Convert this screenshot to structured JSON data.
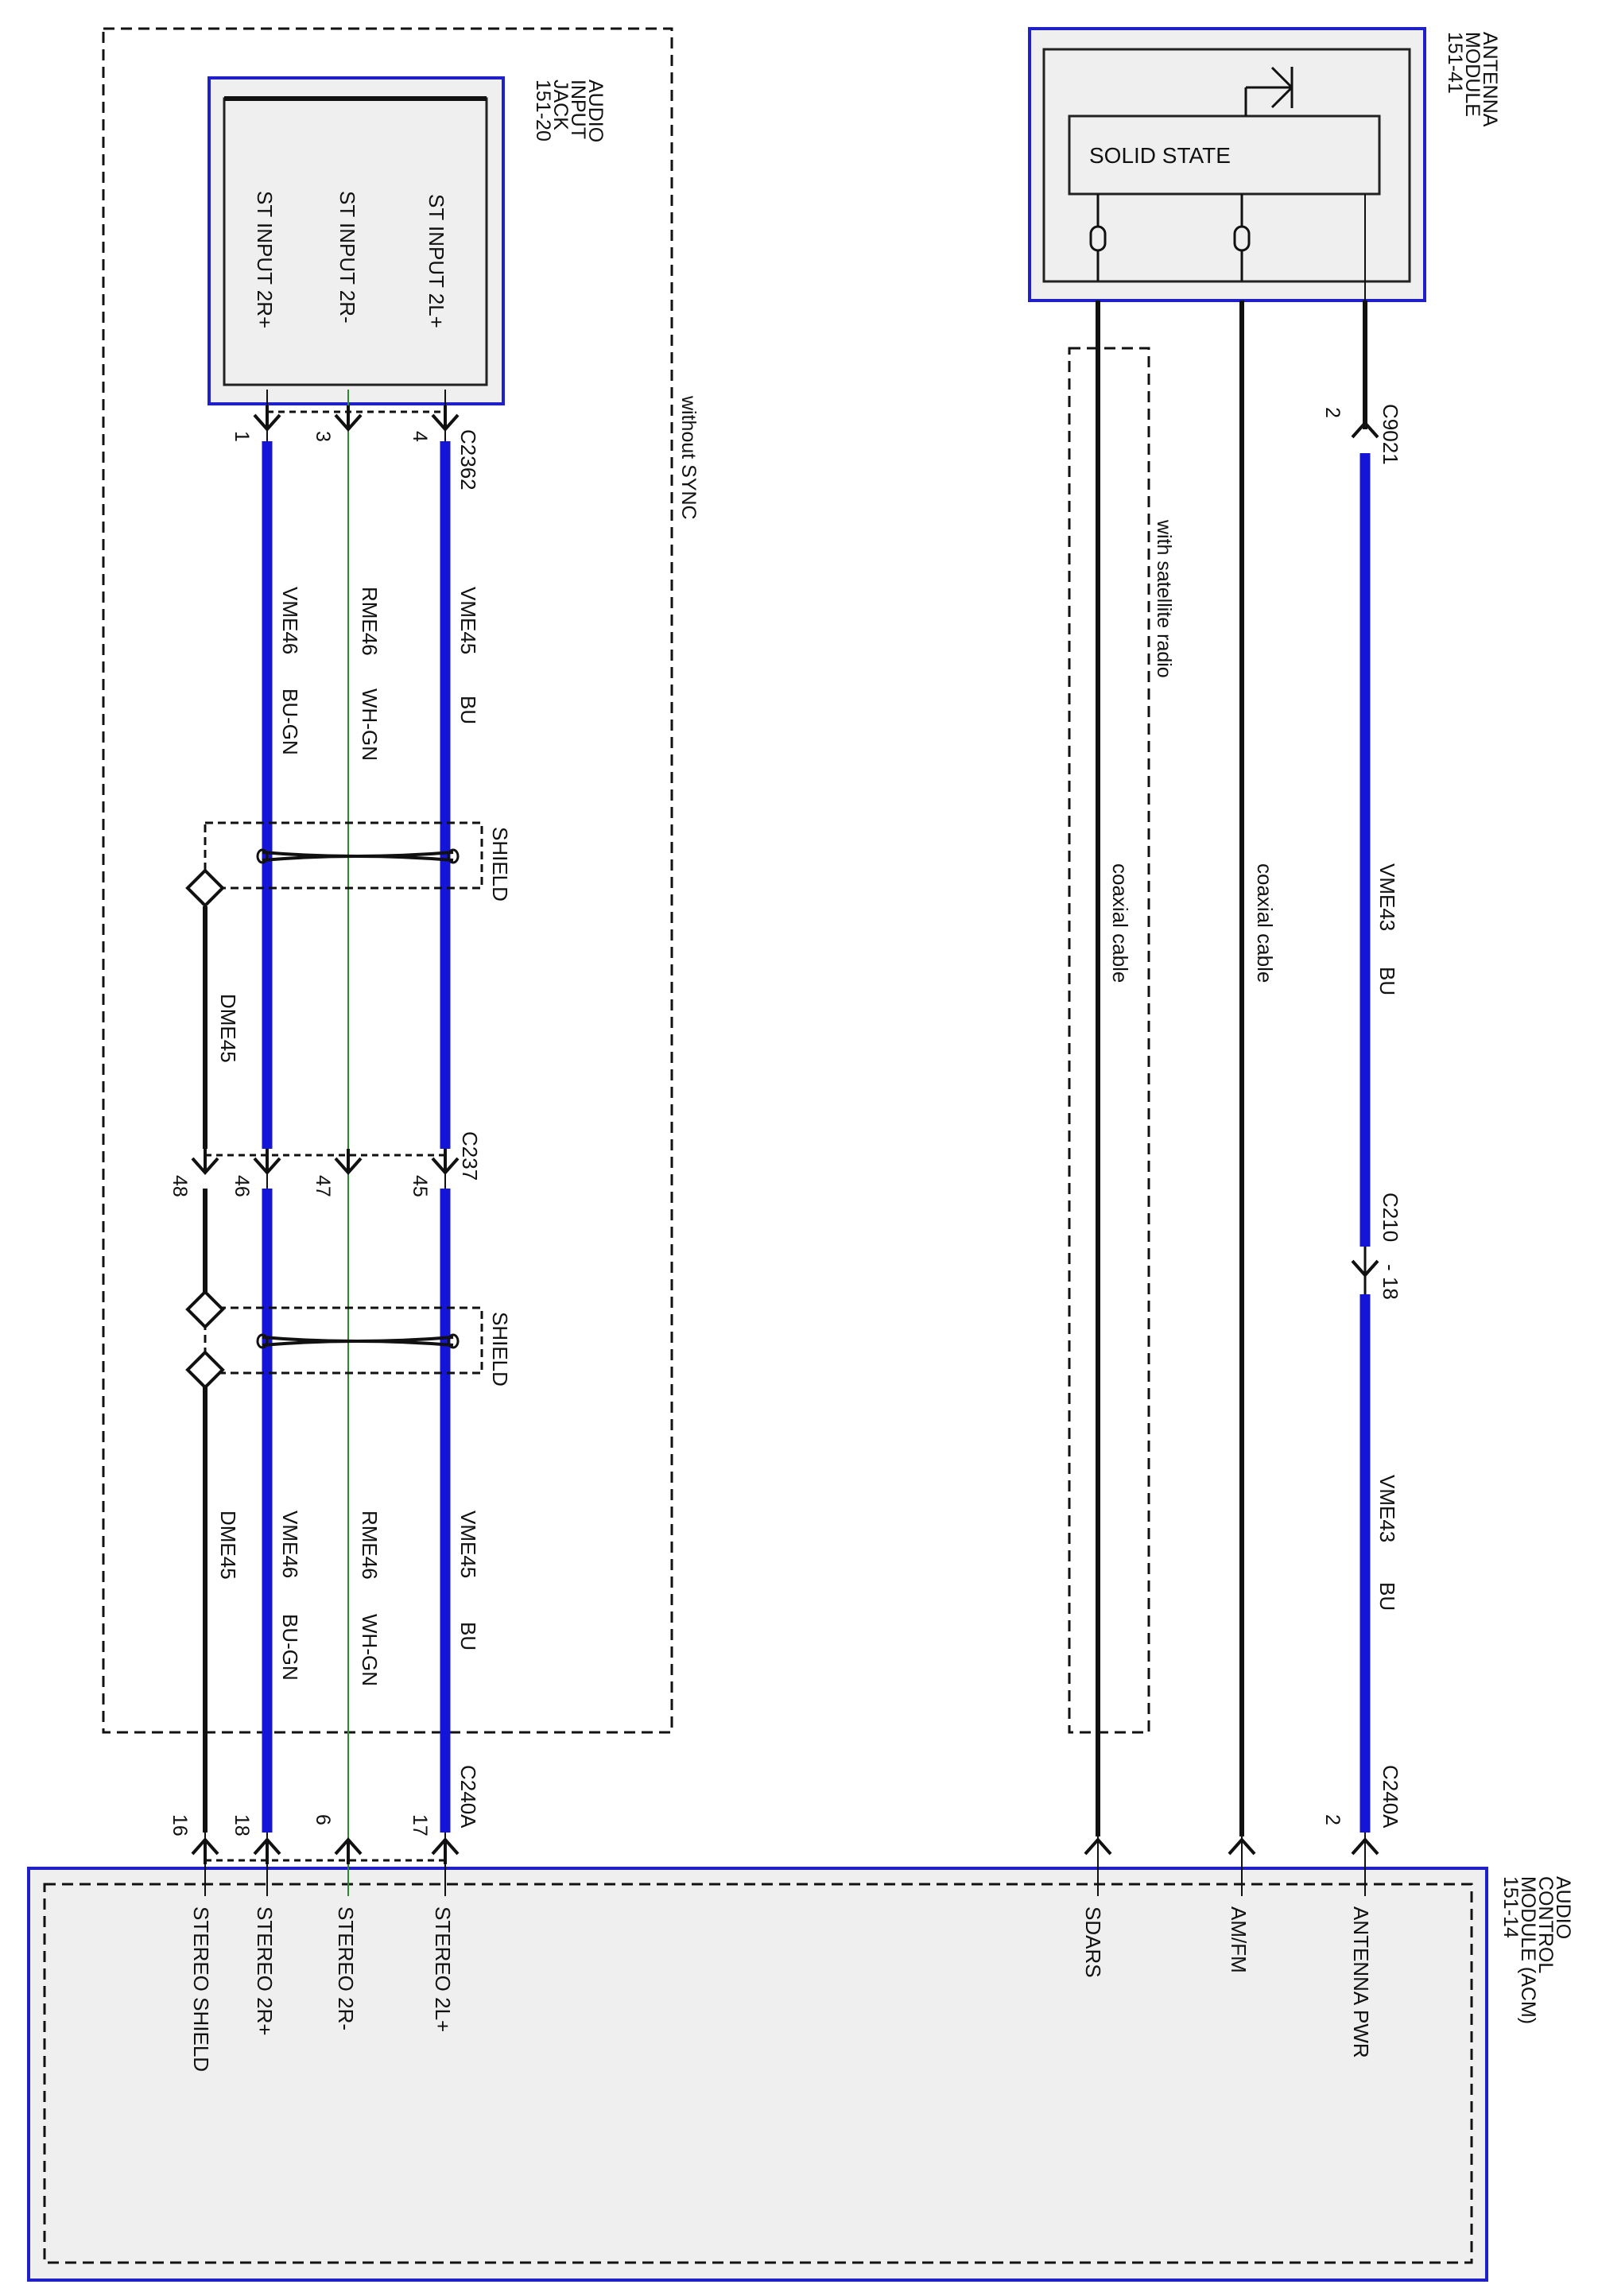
{
  "colors": {
    "blue_wire": "#1515d8",
    "green_wire": "#2a8a2a",
    "black_wire": "#111111",
    "module_border": "#2020c8",
    "module_fill": "#efefef"
  },
  "regions": {
    "without_sync": "without SYNC",
    "with_satellite_radio": "with satellite radio"
  },
  "audio_input_jack": {
    "name_lines": [
      "AUDIO",
      "INPUT",
      "JACK",
      "151-20"
    ],
    "pins": [
      "ST INPUT 2L+",
      "ST INPUT 2R-",
      "ST INPUT 2R+"
    ]
  },
  "antenna_module": {
    "name_lines": [
      "ANTENNA",
      "MODULE",
      "151-41"
    ],
    "inner_label": "SOLID STATE"
  },
  "audio_control_module": {
    "name_lines": [
      "AUDIO",
      "CONTROL",
      "MODULE (ACM)",
      "151-14"
    ],
    "pins": [
      "STEREO 2L+",
      "STEREO 2R-",
      "STEREO 2R+",
      "STEREO SHIELD",
      "SDARS",
      "AM/FM",
      "ANTENNA PWR"
    ]
  },
  "connectors": {
    "c2362": {
      "name": "C2362",
      "pins": [
        "4",
        "3",
        "1"
      ]
    },
    "c237": {
      "name": "C237",
      "pins": [
        "45",
        "47",
        "46",
        "48"
      ]
    },
    "c240a_left": {
      "name": "C240A",
      "pins": [
        "17",
        "6",
        "18",
        "16"
      ]
    },
    "c9021": {
      "name": "C9021",
      "pin": "2"
    },
    "c210": {
      "name": "C210",
      "pin": "- 18"
    },
    "c240a_right": {
      "name": "C240A",
      "pin": "2"
    }
  },
  "wires": {
    "vme45": {
      "circuit": "VME45",
      "color": "BU"
    },
    "rme46": {
      "circuit": "RME46",
      "color": "WH-GN"
    },
    "vme46": {
      "circuit": "VME46",
      "color": "BU-GN"
    },
    "dme45": {
      "circuit": "DME45"
    },
    "vme43": {
      "circuit": "VME43",
      "color": "BU"
    },
    "coax": "coaxial cable"
  },
  "shield_label": "SHIELD"
}
